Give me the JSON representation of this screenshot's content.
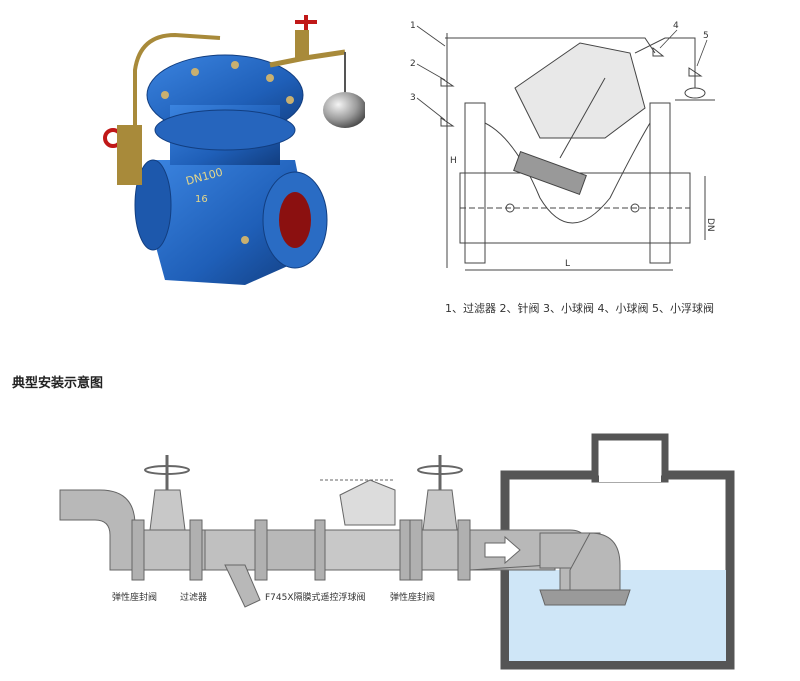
{
  "product_photo": {
    "size_label": "DN100",
    "pressure_label": "16"
  },
  "section_drawing": {
    "callouts": [
      "1",
      "2",
      "3",
      "4",
      "5"
    ],
    "dim_h": "H",
    "dim_l": "L",
    "dim_dn": "DN"
  },
  "legend": "1、过滤器  2、针阀  3、小球阀  4、小球阀  5、小浮球阀",
  "section_title": "典型安装示意图",
  "installation": {
    "labels": [
      "弹性座封阀",
      "过滤器",
      "F745X隔膜式遥控浮球阀",
      "弹性座封阀"
    ]
  },
  "colors": {
    "valve_blue": "#1f5fb8",
    "brass": "#a88a3a",
    "pipe_gray": "#b8b8b8",
    "water_blue": "#cfe6f7"
  }
}
